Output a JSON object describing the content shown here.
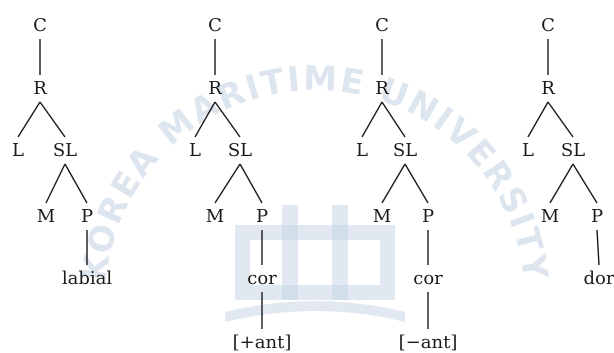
{
  "watermark": {
    "text": "KOREA MARITIME UNIVERSITY",
    "color": "#c8d6e5"
  },
  "trees": [
    {
      "labels": {
        "C": "C",
        "R": "R",
        "L": "L",
        "SL": "SL",
        "M": "M",
        "P": "P",
        "f1": "labial"
      }
    },
    {
      "labels": {
        "C": "C",
        "R": "R",
        "L": "L",
        "SL": "SL",
        "M": "M",
        "P": "P",
        "f1": "cor",
        "f2": "[+ant]"
      }
    },
    {
      "labels": {
        "C": "C",
        "R": "R",
        "L": "L",
        "SL": "SL",
        "M": "M",
        "P": "P",
        "f1": "cor",
        "f2": "[−ant]"
      }
    },
    {
      "labels": {
        "C": "C",
        "R": "R",
        "L": "L",
        "SL": "SL",
        "M": "M",
        "P": "P",
        "f1": "dor"
      }
    }
  ]
}
